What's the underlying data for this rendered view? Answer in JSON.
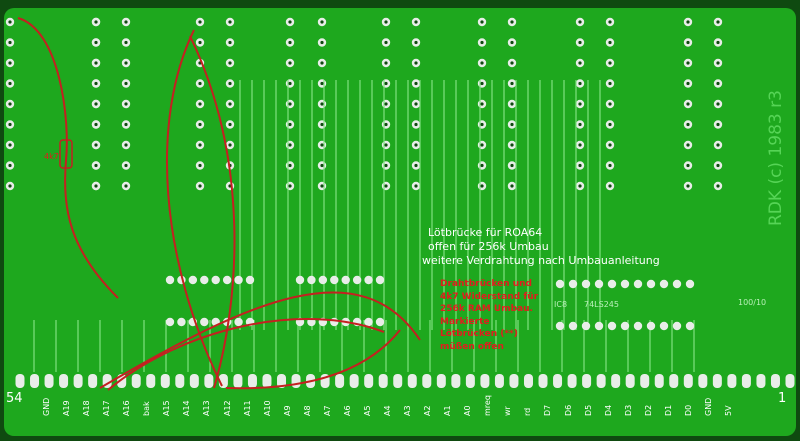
{
  "silkscreen": {
    "copyright": "RDK (c) 1983 r3",
    "resistor": "4k7",
    "cap": "100/10",
    "chip_a": "74LS245",
    "chip_b": "IC8"
  },
  "notes": {
    "line1": "Lötbrücke für ROA64",
    "line2": "offen für 256k Umbau",
    "line3": "weitere Verdrahtung nach Umbauanleitung"
  },
  "red_note": [
    "Drahtbrücken und",
    "4k7 Widerstand für",
    "256k RAM Umbau.",
    "Markierte",
    "Lötbrücken (**)",
    "müßen offen"
  ],
  "edge": {
    "pin_left": "54",
    "pin_right": "1",
    "labels": [
      "GND",
      "A19",
      "A18",
      "A17",
      "A16",
      "bak",
      "A15",
      "A14",
      "A13",
      "A12",
      "A11",
      "A10",
      "A9",
      "A8",
      "A7",
      "A6",
      "A5",
      "A4",
      "A3",
      "A2",
      "A1",
      "A0",
      "mreq",
      "wr",
      "rd",
      "D7",
      "D6",
      "D5",
      "D4",
      "D3",
      "D2",
      "D1",
      "D0",
      "GND",
      "5V"
    ]
  },
  "colors": {
    "board": "#0f4a10",
    "copper": "#1ea81e",
    "trace": "#7ee07e",
    "pad": "#e8ede8",
    "wire": "#c42020",
    "silk": "#ffffff"
  }
}
